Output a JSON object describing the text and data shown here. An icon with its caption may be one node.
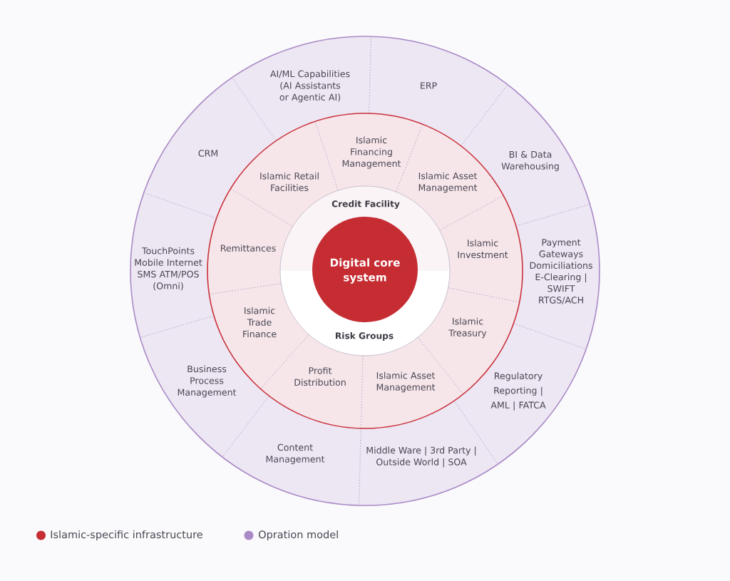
{
  "diagram": {
    "nodes": [
      {
        "text": [
          "AI/ML Capabilities (AI Assistants or Agentic AI)"
        ]
      },
      {
        "text": [
          "ERP"
        ]
      },
      {
        "text": [
          "BI & Data Warehousing"
        ]
      },
      {
        "text": [
          "Payment Gateways Domiciliations E-Clearing | SWIFT RTGS/ACH"
        ]
      },
      {
        "text": [
          "Regulatory Reporting | AML | FATCA"
        ]
      },
      {
        "text": [
          "Middle Ware | 3rd Party | Outside World | SOA"
        ]
      },
      {
        "text": [
          "Content Management"
        ]
      },
      {
        "text": [
          "Business Process Management"
        ]
      },
      {
        "text": [
          "TouchPoints Mobile Internet SMS ATM/POS (Omni)"
        ]
      },
      {
        "text": [
          "CRM"
        ]
      },
      {
        "text": [
          "Islamic Financing Management"
        ]
      },
      {
        "text": [
          "Islamic Asset Management"
        ]
      },
      {
        "text": [
          "Islamic Investment"
        ]
      },
      {
        "text": [
          "Islamic Treasury"
        ]
      },
      {
        "text": [
          "Islamic Asset Management"
        ]
      },
      {
        "text": [
          "Profit Distribution"
        ]
      },
      {
        "text": [
          "Islamic Trade Finance"
        ]
      },
      {
        "text": [
          "Remittances"
        ]
      },
      {
        "text": [
          "Islamic Retail Facilities"
        ]
      },
      {
        "text": [
          "Credit Facility",
          "Risk Groups"
        ]
      },
      {
        "text": [
          "Digital core system"
        ],
        "in": 19
      }
    ],
    "legend": [
      {
        "text": "Islamic-specific infrastructure",
        "color": "#c62e33"
      },
      {
        "text": "Opration model",
        "color": "#a98ac6"
      }
    ]
  }
}
